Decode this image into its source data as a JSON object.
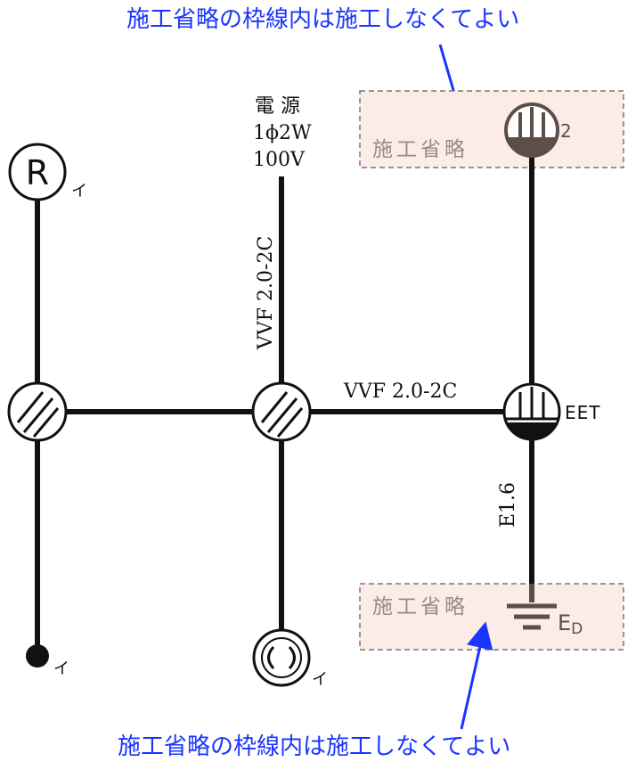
{
  "notes": {
    "top": "施工省略の枠線内は施工しなくてよい",
    "bottom": "施工省略の枠線内は施工しなくてよい"
  },
  "power": {
    "line1": "電 源",
    "line2": "1ϕ2W",
    "line3": "100V"
  },
  "cables": {
    "vertical": "VVF 2.0-2C",
    "horizontal": "VVF 2.0-2C",
    "earth": "E1.6"
  },
  "omitted_areas": {
    "top_label": "施工省略",
    "bottom_label": "施工省略"
  },
  "devices": {
    "receptacle_label": "2",
    "eet_label": "EET",
    "earth_label": "E",
    "earth_sub": "D",
    "lamp_letter": "R",
    "switch_tag_top": "イ",
    "switch_tag_bottom": "イ",
    "ceiling_tag": "イ"
  },
  "colors": {
    "note_text": "#1a35ff",
    "omitted_fill": "#fbece6",
    "wire": "#111111",
    "omitted_symbol": "#5b4f47"
  }
}
